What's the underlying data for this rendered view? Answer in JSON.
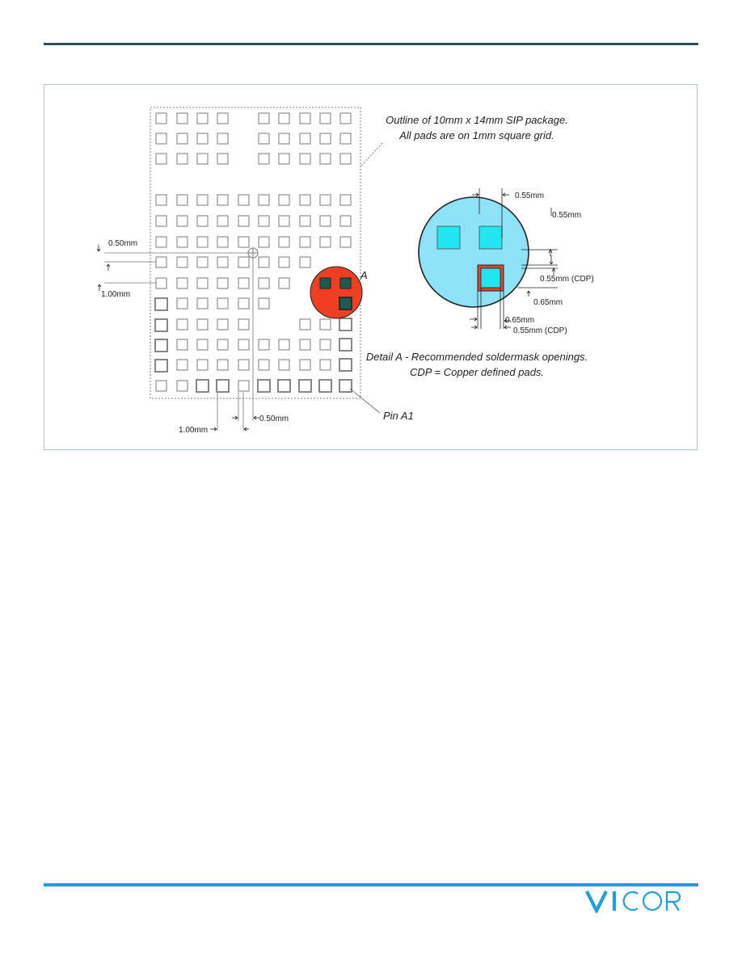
{
  "figure": {
    "note_outline_line1": "Outline of 10mm x 14mm SIP package.",
    "note_outline_line2": "All pads are on 1mm square grid.",
    "detail_marker": "A",
    "pin_label": "Pin A1",
    "detail_caption_line1": "Detail A - Recommended soldermask openings.",
    "detail_caption_line2": "CDP = Copper defined pads.",
    "dim_left_050": "0.50mm",
    "dim_left_100": "1.00mm",
    "dim_bottom_100": "1.00mm",
    "dim_bottom_050": "0.50mm",
    "detail_dim_top": "0.55mm",
    "detail_dim_right_top": "0.55mm",
    "detail_dim_cdp_right": "0.55mm (CDP)",
    "detail_dim_065_right": "0.65mm",
    "detail_dim_065_bottom": "0.65mm",
    "detail_dim_cdp_bottom": "0.55mm (CDP)"
  },
  "colors": {
    "rule_top": "#2f4f5f",
    "rule_bottom": "#1ea0dc",
    "detail_circle": "#8de2f8",
    "detail_pad": "#20e6ef",
    "cdp_copper": "#e0442a",
    "magnifier": "#ef3e22",
    "magnifier_pad": "#1b5c52",
    "logo": "#1ea0dc"
  },
  "logo": {
    "text": "VICOR"
  }
}
